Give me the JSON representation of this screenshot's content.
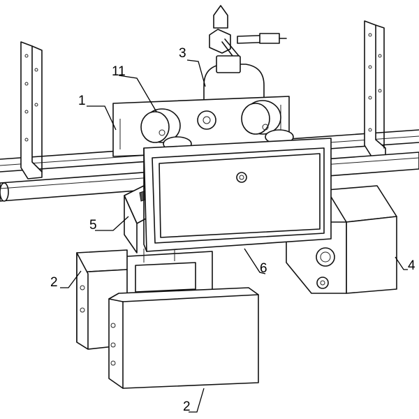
{
  "figure": {
    "part_labels": {
      "frame": "1",
      "block_left": "2",
      "block_bottom": "2",
      "cylinder": "3",
      "side_box": "4",
      "bracket": "5",
      "cover_box": "6",
      "rollers": "11"
    }
  }
}
